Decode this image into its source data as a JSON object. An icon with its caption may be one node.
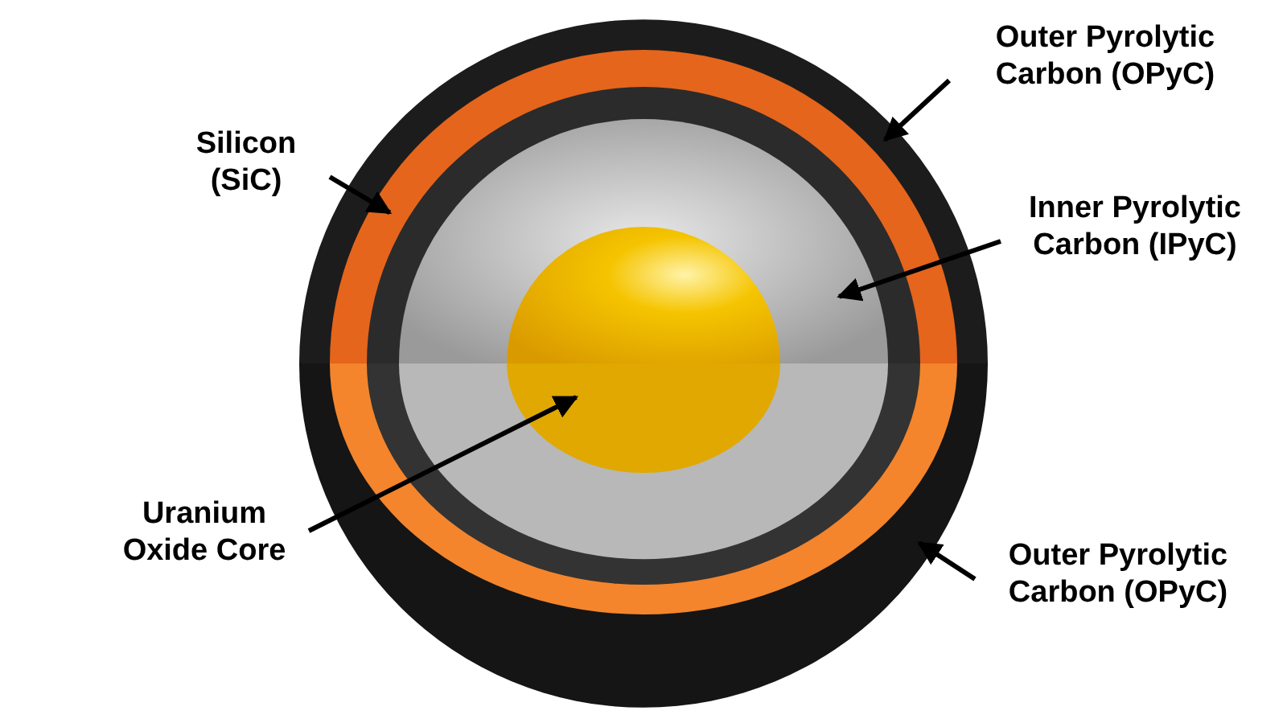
{
  "diagram": {
    "nodes": [
      {
        "text": [
          "Outer Pyrolytic Carbon (OPyC)"
        ]
      },
      {
        "text": [
          "Silicon (SiC)"
        ]
      },
      {
        "text": [
          "Inner Pyrolytic Carbon (IPyC)"
        ]
      },
      {
        "text": [
          "Uranium Oxide Core"
        ]
      },
      {
        "text": [
          "Outer Pyrolytic Carbon (OPyC)"
        ]
      },
      {
        "text": [],
        "shape": "circle"
      },
      {
        "text": [],
        "shape": "circle",
        "in": 5
      },
      {
        "text": [],
        "shape": "circle",
        "in": 6
      },
      {
        "text": [],
        "shape": "circle",
        "in": 7
      }
    ],
    "edges": [
      {
        "from": 0,
        "to": 5,
        "arrow": "to"
      },
      {
        "from": 1,
        "to": 6,
        "arrow": "to"
      },
      {
        "from": 2,
        "to": 7,
        "arrow": "to"
      },
      {
        "from": 3,
        "to": 8,
        "arrow": "to"
      },
      {
        "from": 4,
        "to": 5,
        "arrow": "to"
      }
    ]
  }
}
